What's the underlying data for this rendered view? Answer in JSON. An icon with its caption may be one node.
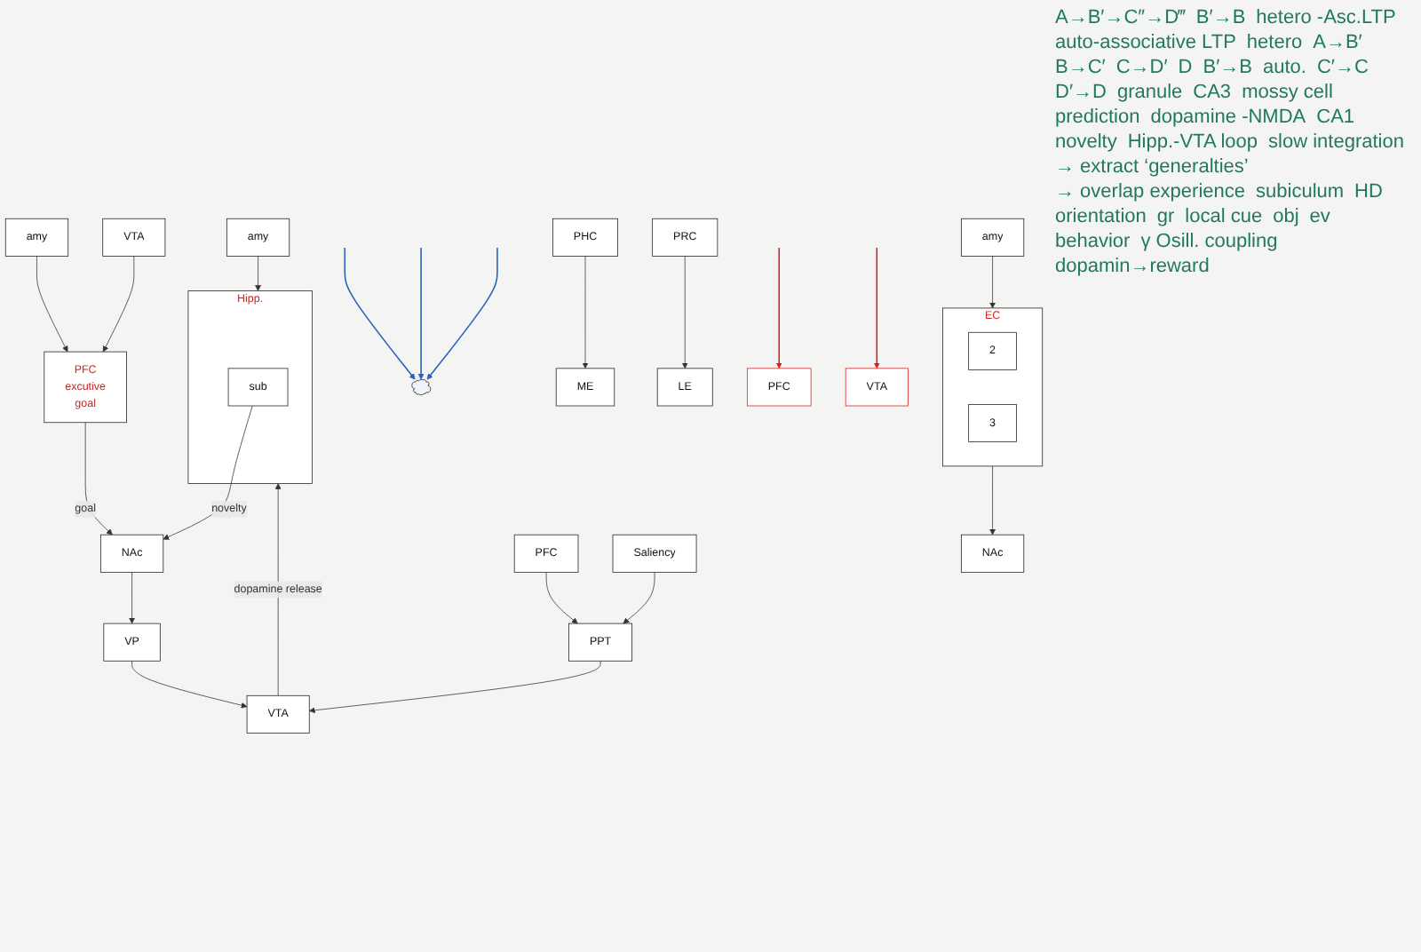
{
  "diagram": {
    "nodes": [
      {
        "text": [
          "EC"
        ]
      },
      {
        "text": [
          "2"
        ],
        "in": 0
      },
      {
        "text": [
          "3"
        ],
        "in": 0
      },
      {
        "text": [
          "Hipp."
        ]
      },
      {
        "text": [
          "sub"
        ],
        "in": 3
      },
      {
        "text": [
          "PFC",
          "excutive",
          "goal"
        ]
      },
      {
        "text": [
          "NAc"
        ]
      },
      {
        "text": [
          "VP"
        ]
      },
      {
        "text": [
          "VTA"
        ]
      },
      {
        "text": [
          "PPT"
        ]
      },
      {
        "text": [
          "NAc"
        ]
      },
      {
        "text": [
          "amy"
        ]
      },
      {
        "text": [
          "amy"
        ]
      },
      {
        "text": [
          "amy"
        ]
      },
      {
        "text": [
          "VTA"
        ]
      },
      {
        "text": [
          "PFC"
        ]
      },
      {
        "text": [
          "Saliency"
        ]
      },
      {
        "text": [],
        "shape": "cloud"
      },
      {
        "text": [
          "PHC"
        ]
      },
      {
        "text": [
          "ME"
        ]
      },
      {
        "text": [
          "PRC"
        ]
      },
      {
        "text": [
          "LE"
        ]
      },
      {
        "text": [
          "PFC"
        ]
      },
      {
        "text": [
          "VTA"
        ]
      }
    ],
    "edges": [
      {
        "from": 0,
        "to": 10,
        "arrow": "to"
      },
      {
        "from": 11,
        "to": 0,
        "arrow": "to"
      },
      {
        "from": 12,
        "to": 3,
        "arrow": "to"
      },
      {
        "from": 5,
        "to": 6,
        "label": "goal",
        "arrow": "to"
      },
      {
        "from": 4,
        "to": 6,
        "label": "novelty",
        "arrow": "to"
      },
      {
        "from": 6,
        "to": 7,
        "arrow": "to"
      },
      {
        "from": 7,
        "to": 8,
        "arrow": "to"
      },
      {
        "from": 8,
        "to": 3,
        "label": "dopamine release",
        "arrow": "to"
      },
      {
        "from": 9,
        "to": 8,
        "arrow": "to"
      },
      {
        "from": 15,
        "to": 9,
        "arrow": "to"
      },
      {
        "from": 16,
        "to": 9,
        "arrow": "to"
      },
      {
        "from": 13,
        "to": 5,
        "arrow": "to"
      },
      {
        "from": 14,
        "to": 5,
        "arrow": "to"
      },
      {
        "from": null,
        "to": 17,
        "arrow": "to",
        "color": "#2a5fc0"
      },
      {
        "from": null,
        "to": 17,
        "arrow": "to",
        "color": "#2a5fc0"
      },
      {
        "from": null,
        "to": 17,
        "arrow": "to",
        "color": "#2a5fc0"
      },
      {
        "from": 18,
        "to": 19,
        "arrow": "to"
      },
      {
        "from": 20,
        "to": 21,
        "arrow": "to"
      },
      {
        "from": null,
        "to": 22,
        "arrow": "to",
        "color": "#d62020"
      },
      {
        "from": null,
        "to": 23,
        "arrow": "to",
        "color": "#d62020"
      }
    ],
    "labels": [
      "A→B′→C″→D‴",
      "B′→B",
      "hetero -Asc.LTP",
      "auto-associative LTP",
      "hetero",
      "A→B′",
      "B→C′",
      "C→D′",
      "D",
      "B′→B",
      "auto.",
      "C′→C",
      "D′→D",
      "granule",
      "CA3",
      "mossy cell",
      "prediction",
      "dopamine -NMDA",
      "CA1",
      "novelty",
      "Hipp.-VTA loop",
      "slow integration",
      "→ extract ‘generalties’",
      "→ overlap experience",
      "subiculum",
      "HD",
      "orientation",
      "gr",
      "local cue",
      "obj",
      "ev",
      "behavior",
      "γ Osill. coupling",
      "dopamin→reward"
    ]
  }
}
